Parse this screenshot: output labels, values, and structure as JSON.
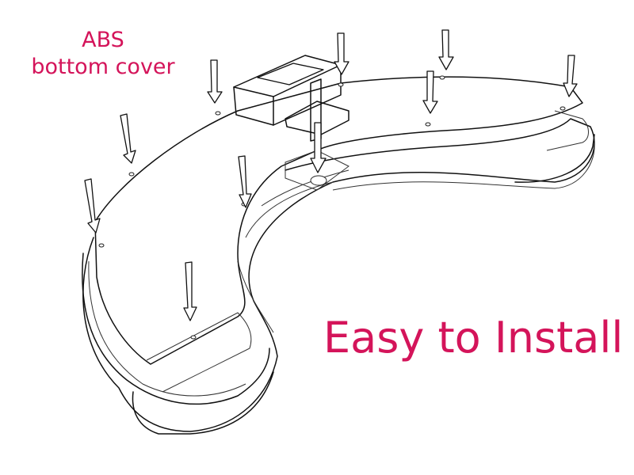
{
  "labels": {
    "material_line1": "ABS",
    "material_line2": "bottom cover",
    "headline": "Easy to Install"
  },
  "colors": {
    "accent": "#d4145a",
    "line": "#111111",
    "background": "#ffffff"
  },
  "illustration": {
    "subject": "curved-base-bottom-cover-assembly",
    "arrow_count": 10
  }
}
